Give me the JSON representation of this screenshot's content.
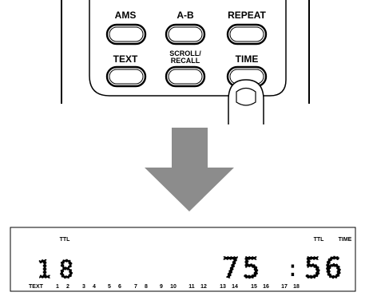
{
  "remote": {
    "buttons": [
      {
        "id": "ams",
        "label": "AMS"
      },
      {
        "id": "ab",
        "label": "A-B"
      },
      {
        "id": "repeat",
        "label": "REPEAT"
      },
      {
        "id": "text",
        "label": "TEXT"
      },
      {
        "id": "scroll",
        "label": "SCROLL/",
        "label2": "RECALL"
      },
      {
        "id": "time",
        "label": "TIME"
      }
    ]
  },
  "display": {
    "ttl_left": "TTL",
    "ttl_right": "TTL",
    "time_label": "TIME",
    "track_digits": "18",
    "time_minutes": "75",
    "time_colon": ":",
    "time_seconds": "56",
    "bottom_text": "TEXT",
    "track_numbers": [
      "1",
      "2",
      "3",
      "4",
      "5",
      "6",
      "7",
      "8",
      "9",
      "10",
      "11",
      "12",
      "13",
      "14",
      "15",
      "16",
      "17",
      "18"
    ]
  }
}
